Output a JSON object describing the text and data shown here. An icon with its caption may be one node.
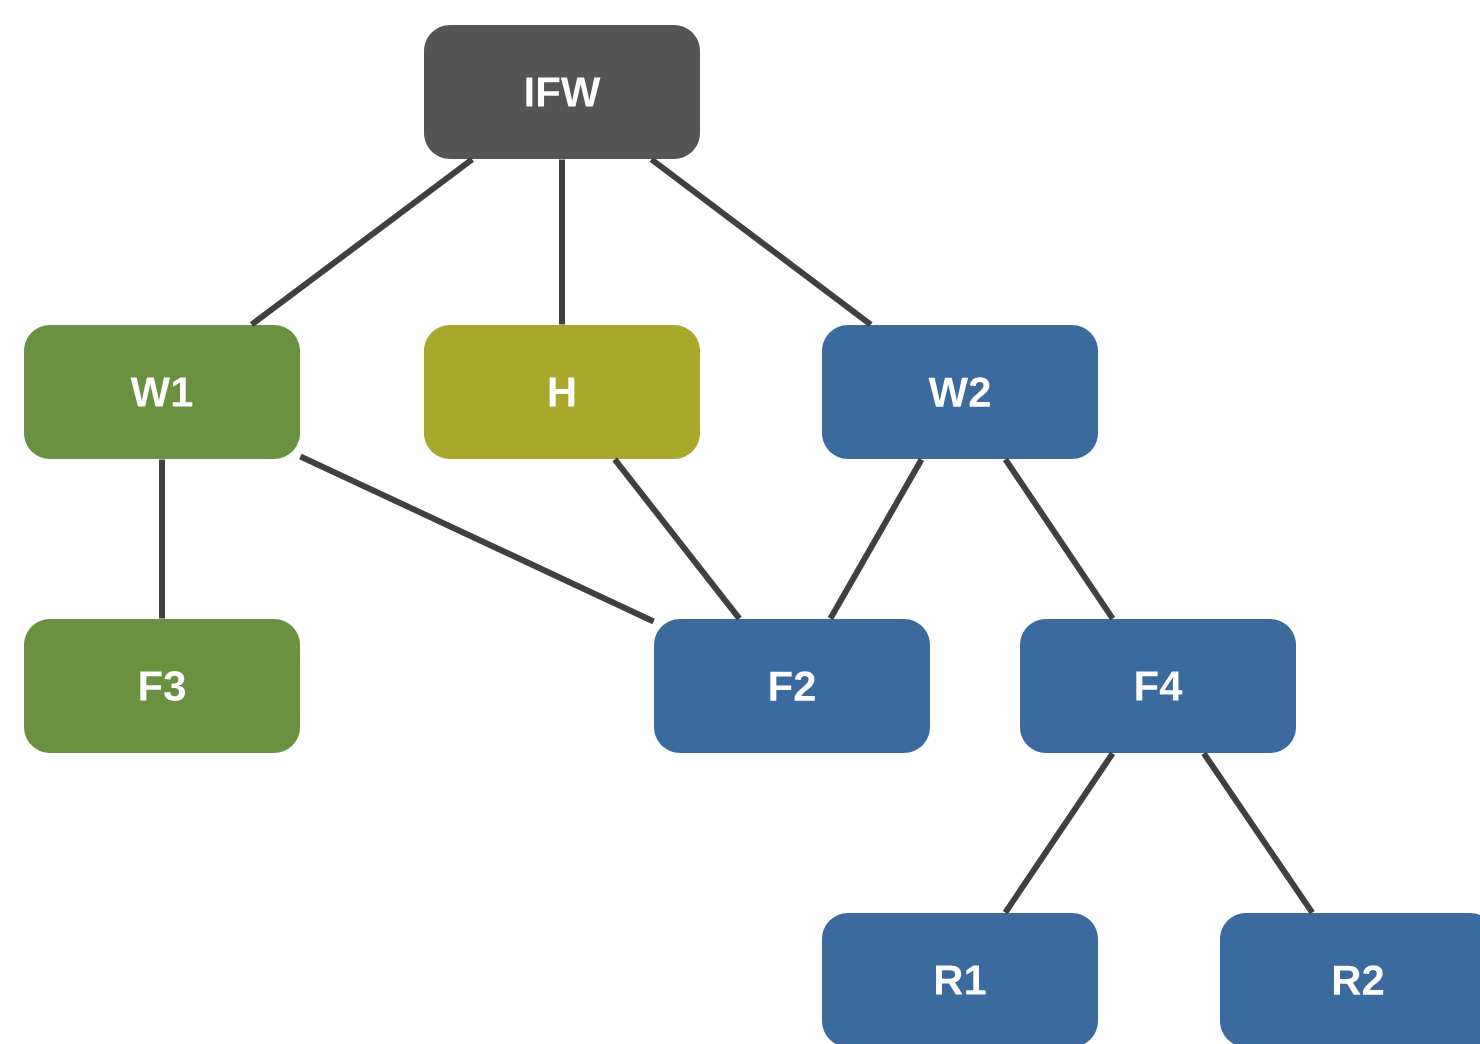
{
  "diagram": {
    "nodes": [
      {
        "text": [
          "IFW"
        ]
      },
      {
        "text": [
          "W1"
        ]
      },
      {
        "text": [
          "H"
        ]
      },
      {
        "text": [
          "W2"
        ]
      },
      {
        "text": [
          "F3"
        ]
      },
      {
        "text": [
          "F2"
        ]
      },
      {
        "text": [
          "F4"
        ]
      },
      {
        "text": [
          "R1"
        ]
      },
      {
        "text": [
          "R2"
        ]
      }
    ],
    "edges": [
      {
        "from": 0,
        "to": 1,
        "arrow": "none"
      },
      {
        "from": 0,
        "to": 2,
        "arrow": "none"
      },
      {
        "from": 0,
        "to": 3,
        "arrow": "none"
      },
      {
        "from": 1,
        "to": 4,
        "arrow": "none"
      },
      {
        "from": 1,
        "to": 5,
        "arrow": "none"
      },
      {
        "from": 2,
        "to": 5,
        "arrow": "none"
      },
      {
        "from": 3,
        "to": 5,
        "arrow": "none"
      },
      {
        "from": 3,
        "to": 6,
        "arrow": "none"
      },
      {
        "from": 6,
        "to": 7,
        "arrow": "none"
      },
      {
        "from": 6,
        "to": 8,
        "arrow": "none"
      }
    ]
  }
}
